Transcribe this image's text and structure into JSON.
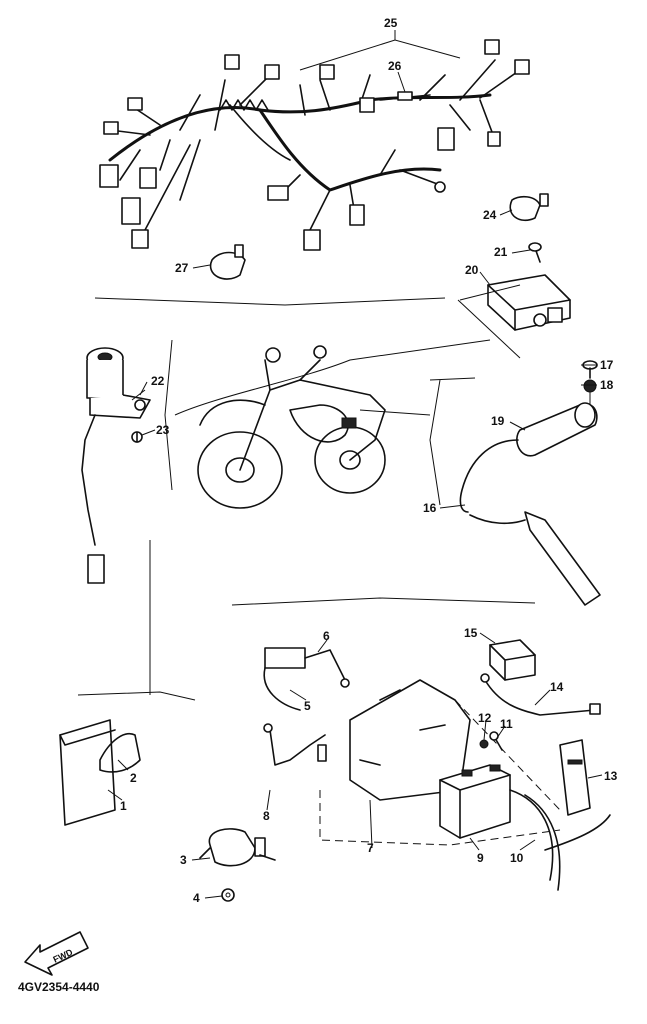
{
  "diagram": {
    "part_code": "4GV2354-4440",
    "fwd_label": "FWD",
    "callouts": [
      "1",
      "2",
      "3",
      "4",
      "5",
      "6",
      "7",
      "8",
      "9",
      "10",
      "11",
      "12",
      "13",
      "14",
      "15",
      "16",
      "17",
      "18",
      "19",
      "20",
      "21",
      "22",
      "23",
      "24",
      "25",
      "26",
      "27"
    ]
  }
}
